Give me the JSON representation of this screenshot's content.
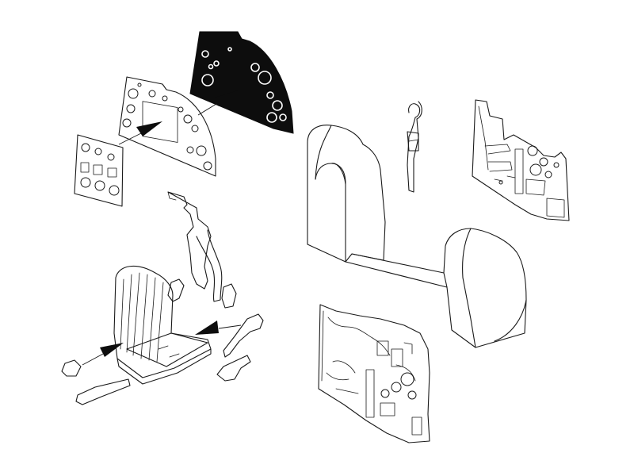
{
  "figure": {
    "background": "#ffffff",
    "line_color": "#1a1a1a",
    "fill_dark": "#0d0d0d",
    "parts": [
      "instrument-panel-photoetch",
      "instrument-panel-black",
      "instrument-film-sheet",
      "seat-harness-strap",
      "seat",
      "seat-belts",
      "control-column",
      "cockpit-tub",
      "right-sidewall",
      "left-sidewall"
    ]
  }
}
